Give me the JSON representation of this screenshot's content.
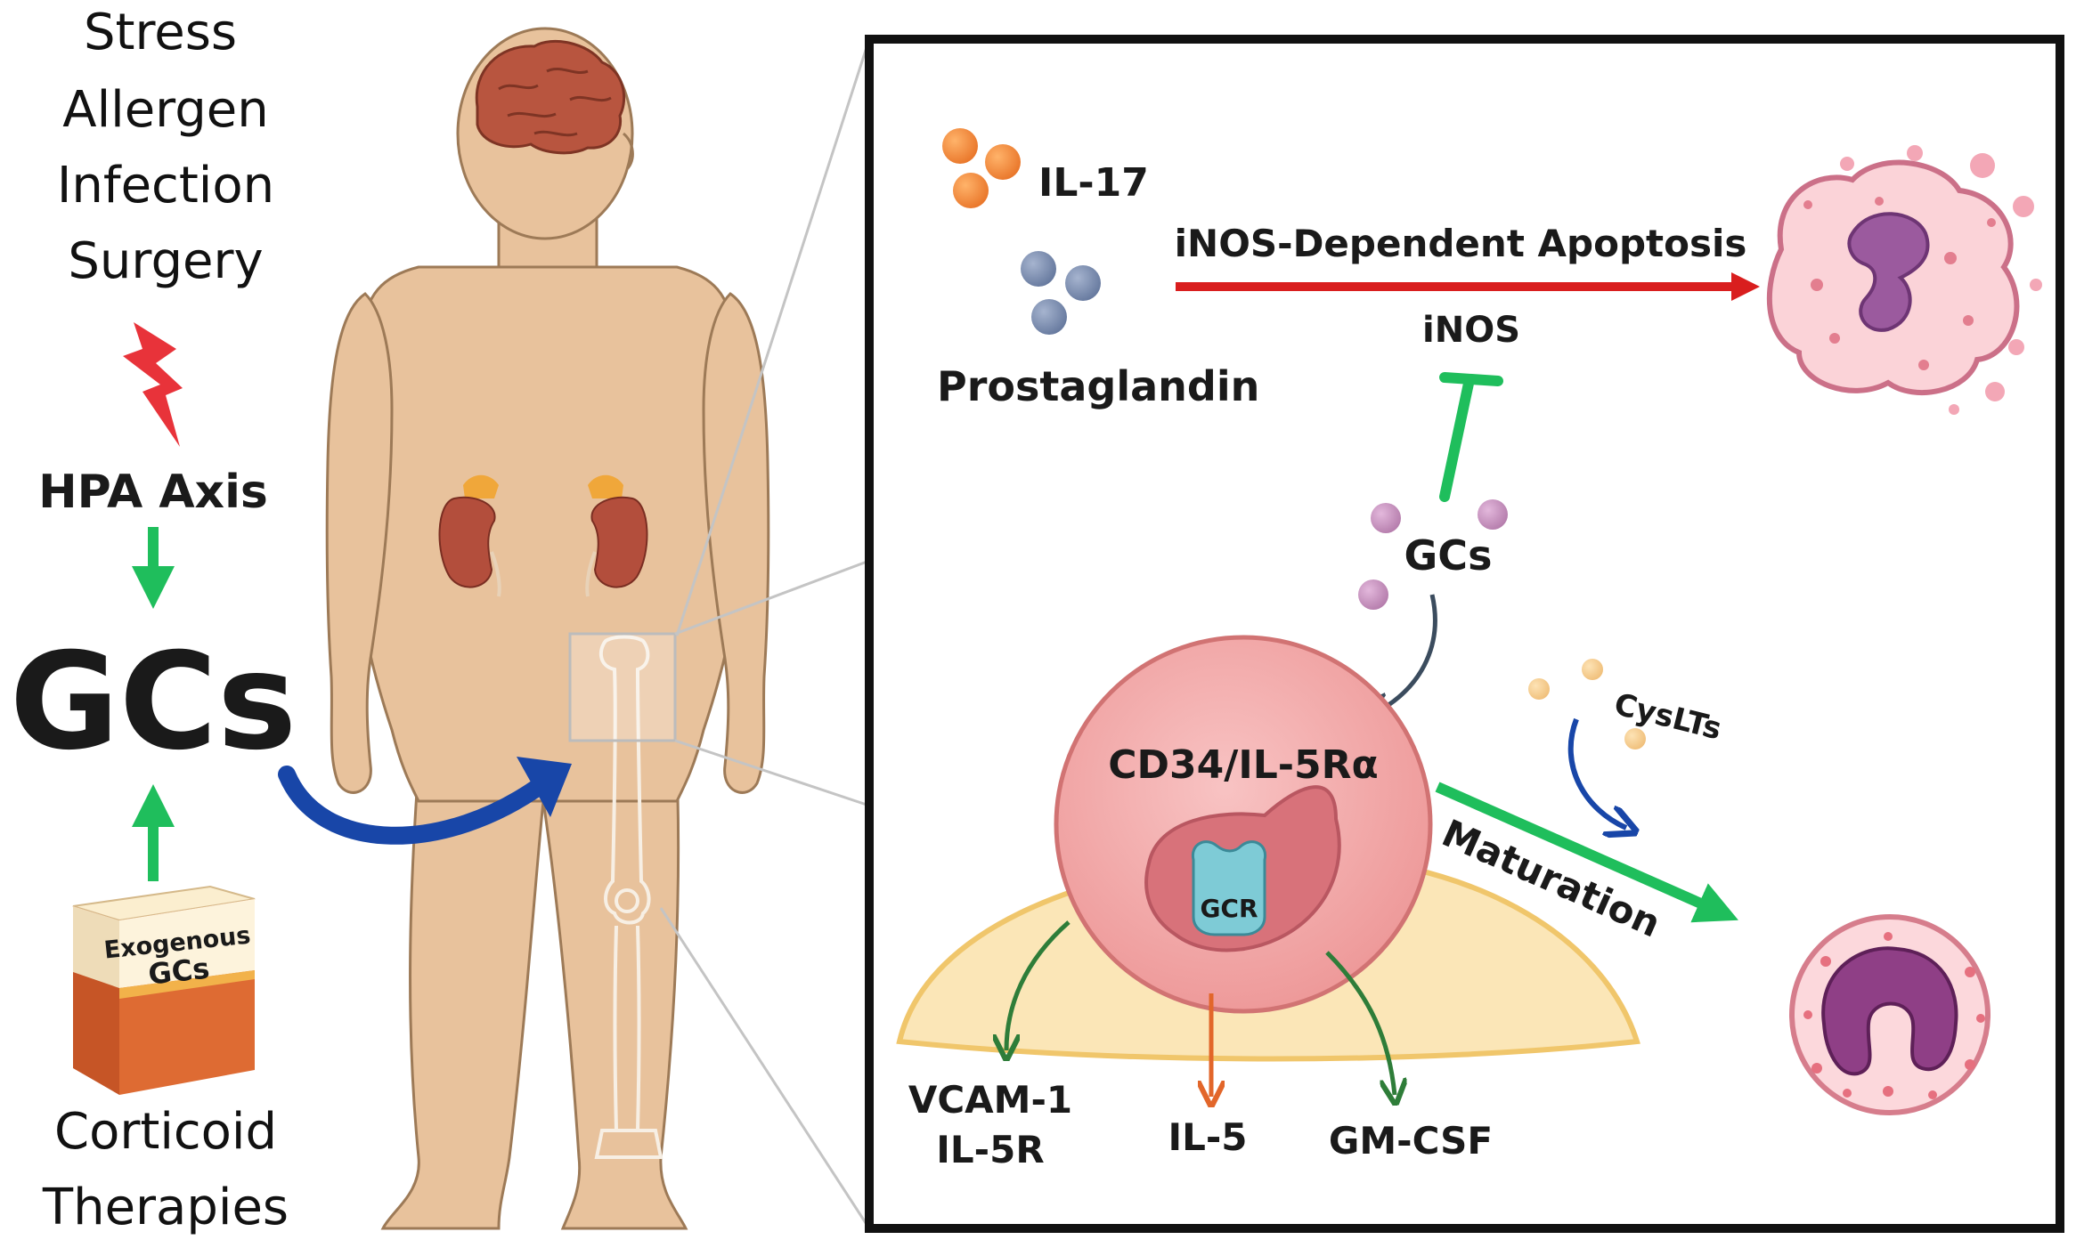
{
  "left_panel": {
    "triggers": [
      "Stress",
      "Allergen",
      "Infection",
      "Surgery"
    ],
    "hpa_axis": "HPA Axis",
    "gcs_big": "GCs",
    "box_line1": "Exogenous",
    "box_line2": "GCs",
    "therapies_line1": "Corticoid",
    "therapies_line2": "Therapies"
  },
  "zoom_panel": {
    "il17": "IL-17",
    "prostaglandin": "Prostaglandin",
    "apoptosis_label": "iNOS-Dependent Apoptosis",
    "inos": "iNOS",
    "gcs": "GCs",
    "cell_label": "CD34/IL-5Rα",
    "gcr": "GCR",
    "cyslts": "CysLTs",
    "maturation": "Maturation",
    "vcam_line1": "VCAM-1",
    "vcam_line2": "IL-5R",
    "il5": "IL-5",
    "gmcsf": "GM-CSF"
  },
  "colors": {
    "green_arrow": "#1fbe5c",
    "red_arrow": "#d91e1e",
    "blue_arrow": "#1846a8",
    "skin": "#e8c29c",
    "cell_pink": "#f4a6a6"
  }
}
